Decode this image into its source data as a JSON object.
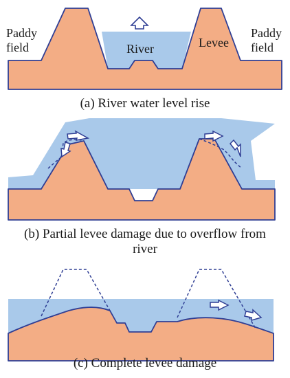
{
  "colors": {
    "soil": "#f3ad85",
    "water": "#a9c9ea",
    "outline": "#2f3e94",
    "text": "#1a1a1a"
  },
  "panel_a": {
    "label_paddy_field_left": [
      "Paddy",
      "field"
    ],
    "label_river": "River",
    "label_levee": "Levee",
    "label_paddy_field_right": [
      "Paddy",
      "field"
    ],
    "caption": "(a) River water level rise"
  },
  "panel_b": {
    "caption_lines": [
      "(b) Partial levee damage due to overflow from",
      "river"
    ]
  },
  "panel_c": {
    "caption": "(c) Complete levee damage"
  },
  "icons": {
    "rise_arrow": "up-arrow-icon",
    "flow_arrow": "flow-arrow-icon"
  }
}
